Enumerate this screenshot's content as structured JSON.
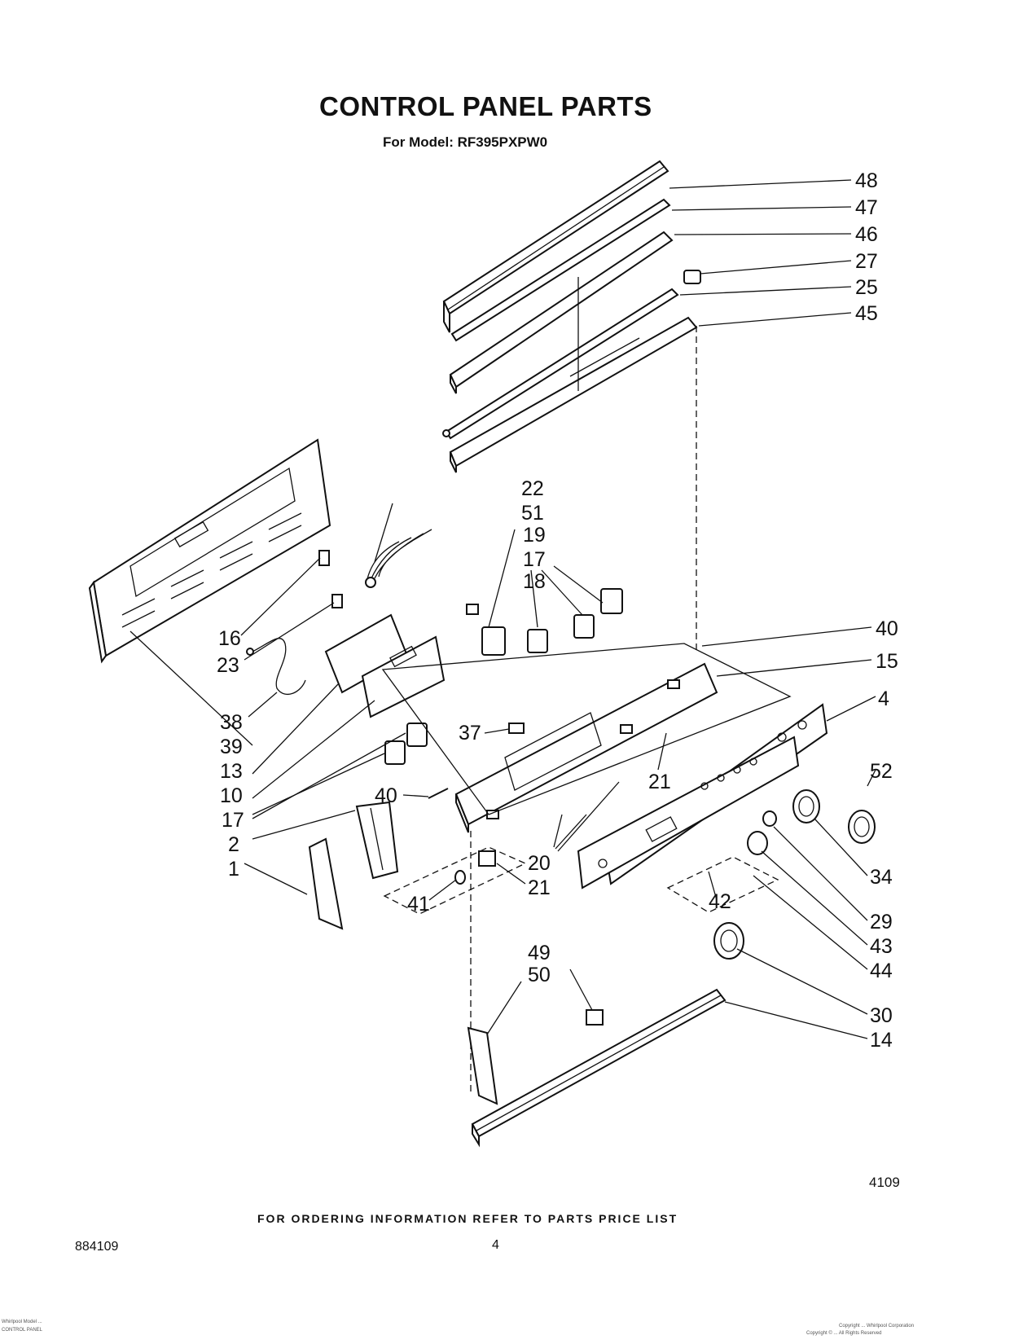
{
  "header": {
    "title": "CONTROL PANEL PARTS",
    "subtitle": "For Model: RF395PXPW0"
  },
  "footer": {
    "ordering_note": "FOR ORDERING INFORMATION REFER TO PARTS PRICE LIST",
    "document_number": "884109",
    "page_number": "4",
    "figure_id": "4109",
    "small_left_1": "Whirlpool Model ...",
    "small_left_2": "CONTROL PANEL",
    "small_right_1": "Copyright ... Whirlpool Corporation",
    "small_right_2": "Copyright © ... All Rights Reserved"
  },
  "callouts": {
    "c48": "48",
    "c47": "47",
    "c46": "46",
    "c27": "27",
    "c25": "25",
    "c45": "45",
    "c40a": "40",
    "c15": "15",
    "c4": "4",
    "c52": "52",
    "c34": "34",
    "c29": "29",
    "c43": "43",
    "c44": "44",
    "c30": "30",
    "c14": "14",
    "c22": "22",
    "c51": "51",
    "c19": "19",
    "c17a": "17",
    "c18": "18",
    "c16": "16",
    "c23": "23",
    "c38": "38",
    "c39": "39",
    "c13": "13",
    "c10": "10",
    "c17b": "17",
    "c2": "2",
    "c1": "1",
    "c37": "37",
    "c40b": "40",
    "c21a": "21",
    "c20": "20",
    "c21b": "21",
    "c41": "41",
    "c42": "42",
    "c49": "49",
    "c50": "50"
  }
}
